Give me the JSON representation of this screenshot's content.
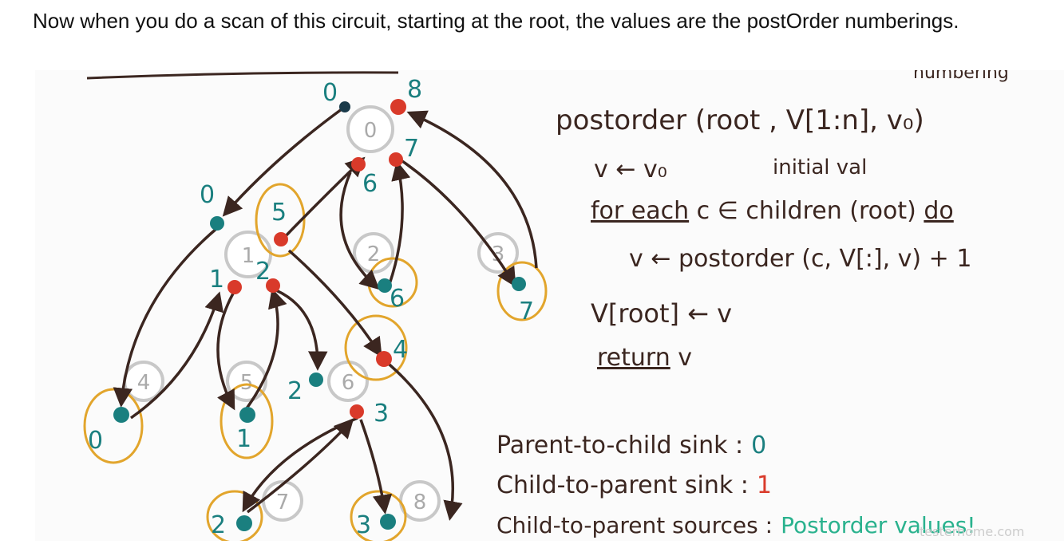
{
  "caption": "Now when you do a scan of this circuit, starting at the root, the values are the postOrder numberings.",
  "colors": {
    "ink": "#3b2620",
    "teal": "#1a7f7f",
    "red": "#d93a2a",
    "orange": "#e2a52c",
    "green": "#2ab28e",
    "node": "#c8c8c8"
  },
  "tree": {
    "nodes": [
      "0",
      "1",
      "2",
      "3",
      "4",
      "5",
      "6",
      "7",
      "8"
    ],
    "numbers": {
      "root_in": "0",
      "root_out": "8",
      "root_out2": "7",
      "root_out3": "6",
      "n1_in": "0",
      "n1_out": "5",
      "n1_left": "1",
      "n1_right": "2",
      "n2_val": "6",
      "n3_val": "7",
      "n4_val": "0",
      "n5_val": "1",
      "n6_in": "2",
      "n6_out": "4",
      "n6_mid": "3",
      "n7_val": "2",
      "n8_val": "3"
    }
  },
  "pseudocode": {
    "note": "numbering",
    "signature": "postorder (root , V[1:n], v₀)",
    "line1": "v ← v₀",
    "initial": "initial val",
    "line2_kw": "for each",
    "line2_rest": " c ∈ children (root) ",
    "line2_do": "do",
    "line3": "v ← postorder (c, V[:], v) + 1",
    "line4": "V[root] ← v",
    "line5_kw": "return",
    "line5_rest": " v"
  },
  "legend": {
    "row1_label": "Parent-to-child sink :",
    "row1_value": "0",
    "row2_label": "Child-to-parent sink :",
    "row2_value": "1",
    "row3_label": "Child-to-parent sources :",
    "row3_value": "Postorder values!"
  },
  "watermark": "testerhome.com"
}
